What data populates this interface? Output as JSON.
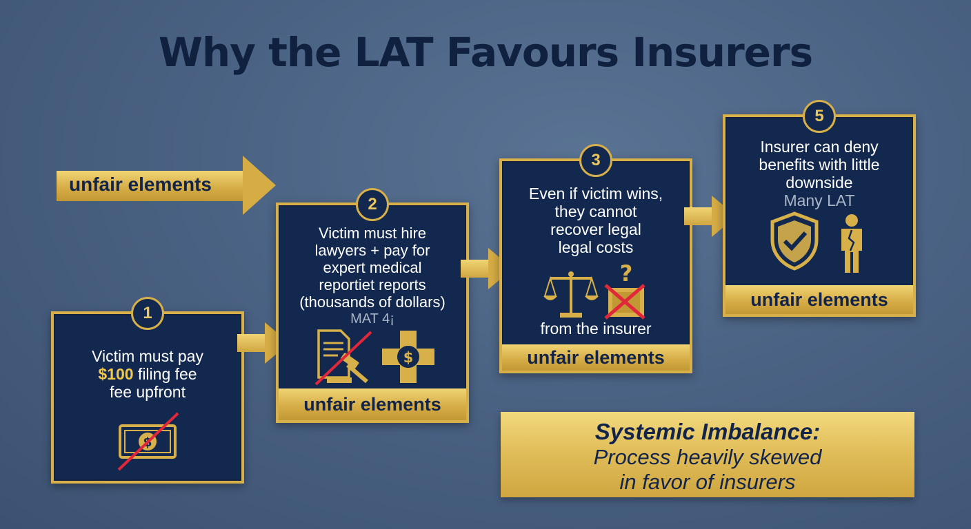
{
  "title": "Why the LAT Favours Insurers",
  "label_arrow": {
    "text": "unfair elements"
  },
  "cards": [
    {
      "number": "1",
      "line1": "Victim must pay",
      "amount": "$100",
      "line2_rest": " filing fee",
      "line3": "fee upfront"
    },
    {
      "number": "2",
      "line1": "Victim must hire",
      "line2": "lawyers + pay for",
      "line3": "expert medical",
      "line4": "reportiet reports",
      "line5": "(thousands of dollars)",
      "faint": "MAT 4¡",
      "footer": "unfair elements"
    },
    {
      "number": "3",
      "line1": "Even if victim wins,",
      "line2": "they cannot",
      "line3": "recover legal",
      "line4": "legal costs",
      "bottom_text": "from the insurer",
      "footer": "unfair elements"
    },
    {
      "number": "5",
      "line1": "Insurer can deny",
      "line2": "benefits with little",
      "line3": "downside",
      "faint": "Many LAT",
      "footer": "unfair elements"
    }
  ],
  "summary": {
    "heading": "Systemic Imbalance:",
    "line1": "Process heavily skewed",
    "line2": "in favor of insurers"
  },
  "colors": {
    "gold": "#d8b04a",
    "navy": "#13284e",
    "background": "#4a6283",
    "title": "#0f213f",
    "strike": "#e0283a"
  },
  "icons": [
    "dollar-bill-icon",
    "document-icon",
    "gavel-icon",
    "dollar-cross-icon",
    "scales-icon",
    "question-box-icon",
    "shield-check-icon",
    "person-icon"
  ]
}
